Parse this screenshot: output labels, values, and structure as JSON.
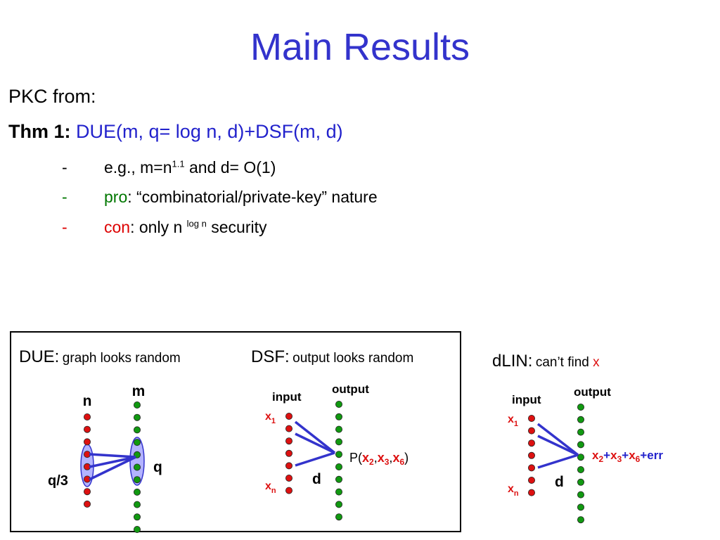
{
  "slide": {
    "title": "Main Results",
    "pkc_line": "PKC from:",
    "thm_label": "Thm 1:",
    "thm_text": "DUE(m, q= log n, d)+DSF(m, d)",
    "bullets": [
      {
        "dash": "-",
        "dash_color": "#000000",
        "text1": "e.g., m=n",
        "sup": "1.1",
        "text2": " and d= O(1)"
      },
      {
        "dash": "-",
        "dash_color": "#007700",
        "keyword": "pro",
        "keyword_color": "#007700",
        "rest": ": “combinatorial/private-key” nature"
      },
      {
        "dash": "-",
        "dash_color": "#dd0000",
        "keyword": "con",
        "keyword_color": "#dd0000",
        "rest1": ": only n ",
        "sup": "log n",
        "rest2": " security"
      }
    ]
  },
  "due": {
    "title": "DUE:",
    "subtitle": "graph looks random",
    "left_label": "n",
    "right_label": "m",
    "q3_label": "q/3",
    "q_label": "q",
    "left_nodes": 8,
    "right_nodes": 11
  },
  "dsf": {
    "title": "DSF:",
    "subtitle": "output looks random",
    "input_label": "input",
    "output_label": "output",
    "x1": "x",
    "x1_sub": "1",
    "xn": "x",
    "xn_sub": "n",
    "d_label": "d",
    "formula": {
      "prefix": "P(",
      "parts": [
        "x",
        "2",
        ",",
        "x",
        "3",
        ",",
        "x",
        "6"
      ],
      "suffix": ")"
    }
  },
  "dlin": {
    "title": "dLIN:",
    "subtitle": "can’t find ",
    "subtitle_x": "x",
    "input_label": "input",
    "output_label": "output",
    "x1": "x",
    "x1_sub": "1",
    "xn": "x",
    "xn_sub": "n",
    "d_label": "d",
    "formula": {
      "a": "x",
      "a_sub": "2",
      "plus1": "+",
      "b": "x",
      "b_sub": "3",
      "plus2": "+",
      "c": "x",
      "c_sub": "6",
      "plus3": "+",
      "err": "err"
    }
  },
  "colors": {
    "title": "#3333cc",
    "blue_text": "#2222cc",
    "red_node": "#dd1111",
    "green_node": "#119911",
    "edge": "#3333cc",
    "ellipse_fill": "#b3b3ff"
  }
}
